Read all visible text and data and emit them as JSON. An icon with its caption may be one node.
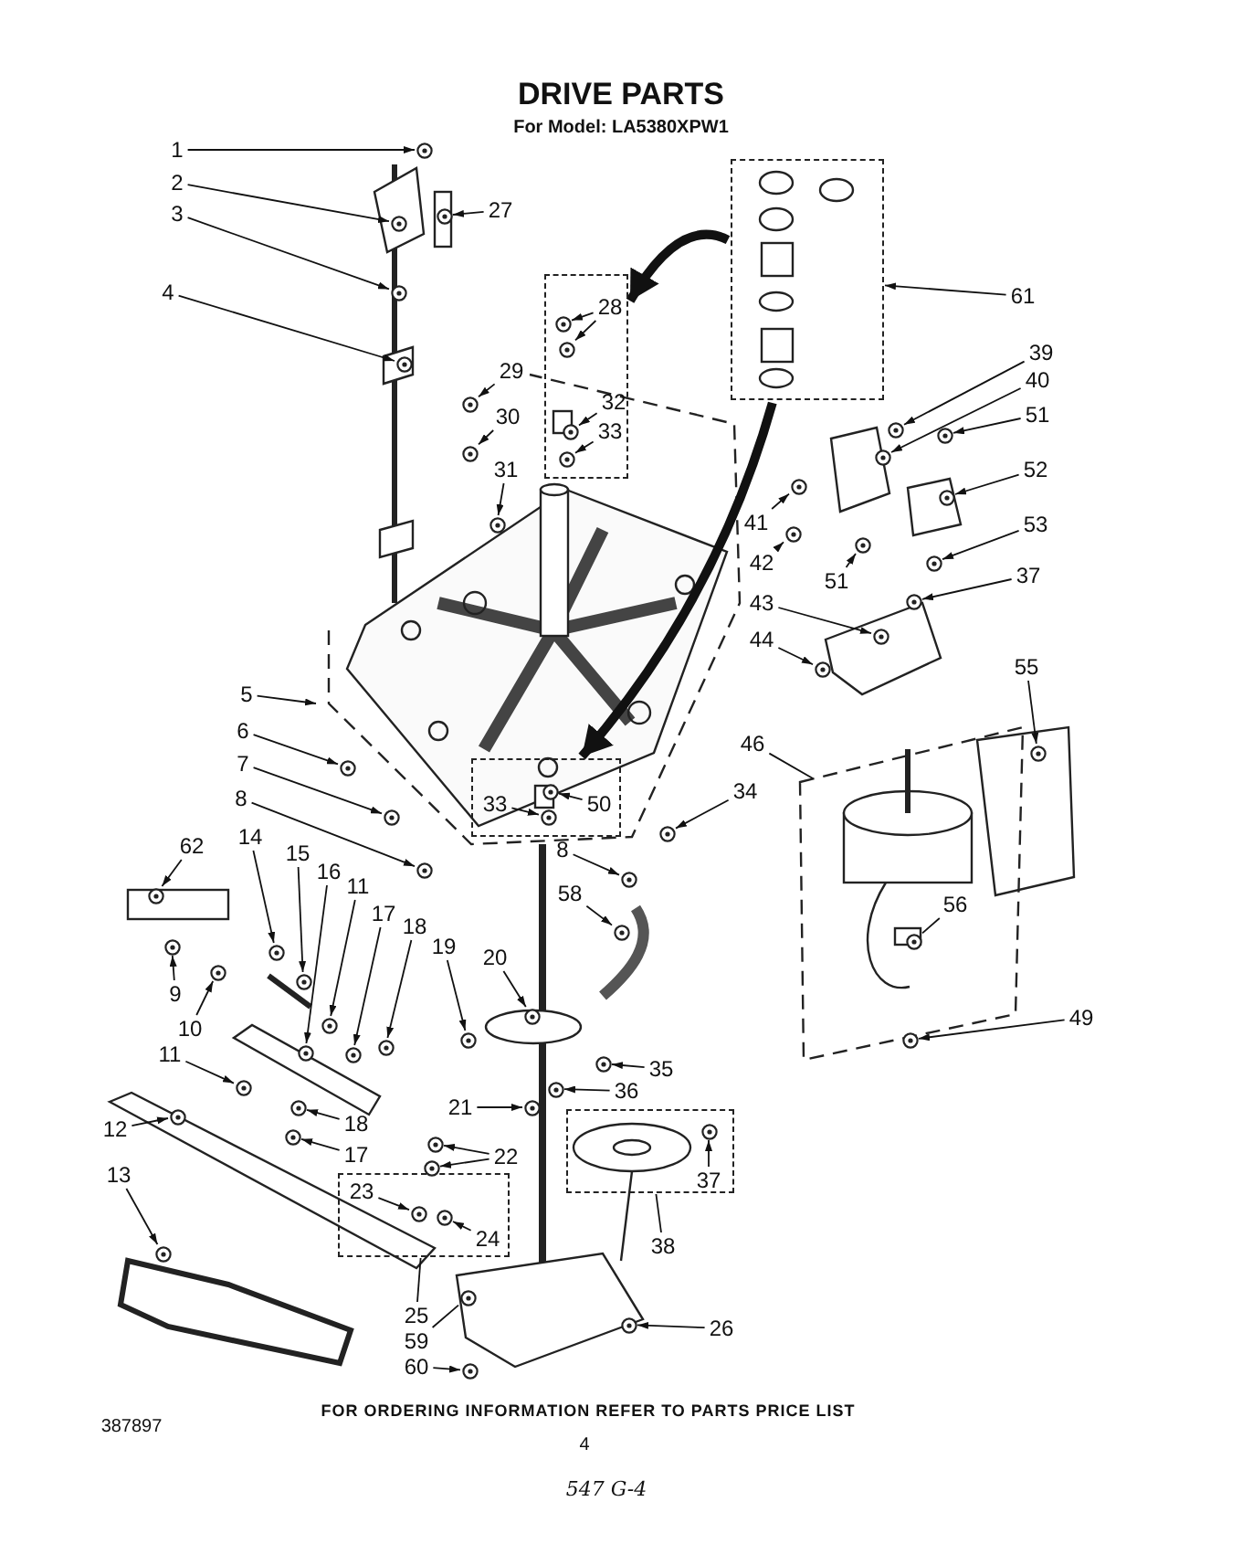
{
  "diagram": {
    "title": "DRIVE PARTS",
    "nodes": [
      {
        "text": [
          "1"
        ]
      },
      {
        "text": [
          "2"
        ]
      },
      {
        "text": [
          "3"
        ]
      },
      {
        "text": [
          "4"
        ]
      },
      {
        "text": [
          "27"
        ]
      },
      {
        "text": [],
        "shape": "box"
      },
      {
        "text": [
          "28"
        ],
        "in": 5
      },
      {
        "text": [
          "29"
        ]
      },
      {
        "text": [
          "30"
        ]
      },
      {
        "text": [
          "31"
        ]
      },
      {
        "text": [
          "32"
        ],
        "in": 5
      },
      {
        "text": [
          "33"
        ],
        "in": 5
      },
      {
        "text": [],
        "shape": "box"
      },
      {
        "text": [
          "61"
        ]
      },
      {
        "text": [
          "39"
        ]
      },
      {
        "text": [
          "40"
        ]
      },
      {
        "text": [
          "51"
        ]
      },
      {
        "text": [
          "52"
        ]
      },
      {
        "text": [
          "41"
        ]
      },
      {
        "text": [
          "42"
        ]
      },
      {
        "text": [
          "51"
        ]
      },
      {
        "text": [
          "53"
        ]
      },
      {
        "text": [
          "37"
        ]
      },
      {
        "text": [
          "43"
        ]
      },
      {
        "text": [
          "44"
        ]
      },
      {
        "text": [
          "55"
        ]
      },
      {
        "text": [
          "5"
        ]
      },
      {
        "text": [
          "6"
        ]
      },
      {
        "text": [
          "7"
        ]
      },
      {
        "text": [
          "8"
        ]
      },
      {
        "text": [],
        "shape": "box"
      },
      {
        "text": [
          "33"
        ],
        "in": 30
      },
      {
        "text": [
          "50"
        ],
        "in": 30
      },
      {
        "text": [
          "34"
        ]
      },
      {
        "text": [
          "46"
        ]
      },
      {
        "text": [
          "8"
        ]
      },
      {
        "text": [
          "58"
        ]
      },
      {
        "text": [
          "62"
        ]
      },
      {
        "text": [
          "14"
        ]
      },
      {
        "text": [
          "15"
        ]
      },
      {
        "text": [
          "16"
        ]
      },
      {
        "text": [
          "11"
        ]
      },
      {
        "text": [
          "17"
        ]
      },
      {
        "text": [
          "18"
        ]
      },
      {
        "text": [
          "9"
        ]
      },
      {
        "text": [
          "10"
        ]
      },
      {
        "text": [
          "19"
        ]
      },
      {
        "text": [
          "20"
        ]
      },
      {
        "text": [
          "56"
        ]
      },
      {
        "text": [
          "11"
        ]
      },
      {
        "text": [
          "12"
        ]
      },
      {
        "text": [
          "18"
        ]
      },
      {
        "text": [
          "17"
        ]
      },
      {
        "text": [
          "35"
        ]
      },
      {
        "text": [
          "49"
        ]
      },
      {
        "text": [
          "36"
        ]
      },
      {
        "text": [
          "21"
        ]
      },
      {
        "text": [],
        "shape": "box"
      },
      {
        "text": [
          "37"
        ],
        "in": 57
      },
      {
        "text": [
          "22"
        ]
      },
      {
        "text": [],
        "shape": "box"
      },
      {
        "text": [
          "23"
        ],
        "in": 60
      },
      {
        "text": [
          "24"
        ],
        "in": 60
      },
      {
        "text": [
          "13"
        ]
      },
      {
        "text": [
          "38"
        ]
      },
      {
        "text": [
          "25"
        ]
      },
      {
        "text": [
          "59"
        ]
      },
      {
        "text": [
          "60"
        ]
      },
      {
        "text": [
          "26"
        ]
      },
      {
        "text": [],
        "shape": "picture"
      },
      {
        "text": [],
        "shape": "picture"
      },
      {
        "text": [],
        "shape": "picture"
      },
      {
        "text": [],
        "shape": "picture"
      },
      {
        "text": [],
        "shape": "picture"
      },
      {
        "text": [],
        "shape": "picture",
        "in": 5
      },
      {
        "text": [],
        "shape": "picture",
        "in": 5
      },
      {
        "text": [],
        "shape": "picture"
      },
      {
        "text": [],
        "shape": "picture"
      },
      {
        "text": [],
        "shape": "picture"
      },
      {
        "text": [],
        "shape": "picture",
        "in": 5
      },
      {
        "text": [],
        "shape": "picture",
        "in": 5
      },
      {
        "text": [],
        "shape": "picture"
      },
      {
        "text": [],
        "shape": "picture"
      },
      {
        "text": [],
        "shape": "picture"
      },
      {
        "text": [],
        "shape": "picture"
      },
      {
        "text": [],
        "shape": "picture"
      },
      {
        "text": [],
        "shape": "picture"
      },
      {
        "text": [],
        "shape": "picture"
      },
      {
        "text": [],
        "shape": "picture"
      },
      {
        "text": [],
        "shape": "picture"
      },
      {
        "text": [],
        "shape": "picture"
      },
      {
        "text": [],
        "shape": "picture"
      },
      {
        "text": [],
        "shape": "picture"
      },
      {
        "text": [],
        "shape": "picture"
      },
      {
        "text": [],
        "shape": "picture"
      },
      {
        "text": [],
        "shape": "picture"
      },
      {
        "text": [],
        "shape": "picture",
        "in": 30
      },
      {
        "text": [],
        "shape": "picture",
        "in": 30
      },
      {
        "text": [],
        "shape": "picture"
      },
      {
        "text": [],
        "shape": "picture"
      },
      {
        "text": [],
        "shape": "picture"
      },
      {
        "text": [],
        "shape": "picture"
      },
      {
        "text": [],
        "shape": "picture"
      },
      {
        "text": [],
        "shape": "picture"
      },
      {
        "text": [],
        "shape": "picture"
      },
      {
        "text": [],
        "shape": "picture"
      },
      {
        "text": [],
        "shape": "picture"
      },
      {
        "text": [],
        "shape": "picture"
      },
      {
        "text": [],
        "shape": "picture"
      },
      {
        "text": [],
        "shape": "picture"
      },
      {
        "text": [],
        "shape": "picture"
      },
      {
        "text": [],
        "shape": "picture"
      },
      {
        "text": [],
        "shape": "picture"
      },
      {
        "text": [],
        "shape": "picture"
      },
      {
        "text": [],
        "shape": "picture"
      },
      {
        "text": [],
        "shape": "picture"
      },
      {
        "text": [],
        "shape": "picture"
      },
      {
        "text": [],
        "shape": "picture"
      },
      {
        "text": [],
        "shape": "picture"
      },
      {
        "text": [],
        "shape": "picture"
      },
      {
        "text": [],
        "shape": "picture"
      },
      {
        "text": [],
        "shape": "picture",
        "in": 57
      },
      {
        "text": [],
        "shape": "picture"
      },
      {
        "text": [],
        "shape": "picture"
      },
      {
        "text": [],
        "shape": "picture",
        "in": 60
      },
      {
        "text": [],
        "shape": "picture",
        "in": 60
      },
      {
        "text": [],
        "shape": "picture"
      },
      {
        "text": [],
        "shape": "picture"
      },
      {
        "text": [],
        "shape": "picture"
      },
      {
        "text": [],
        "shape": "picture"
      }
    ],
    "edges": [
      {
        "from": 0,
        "to": 69,
        "arrow": "to"
      },
      {
        "from": 1,
        "to": 70,
        "arrow": "to"
      },
      {
        "from": 2,
        "to": 71,
        "arrow": "to"
      },
      {
        "from": 3,
        "to": 72,
        "arrow": "to"
      },
      {
        "from": 4,
        "to": 73,
        "arrow": "to"
      },
      {
        "from": 6,
        "to": 74,
        "arrow": "to"
      },
      {
        "from": 6,
        "to": 75,
        "arrow": "to"
      },
      {
        "from": 7,
        "to": 76,
        "arrow": "to"
      },
      {
        "from": 8,
        "to": 77,
        "arrow": "to"
      },
      {
        "from": 9,
        "to": 78,
        "arrow": "to"
      },
      {
        "from": 10,
        "to": 79,
        "arrow": "to"
      },
      {
        "from": 11,
        "to": 80,
        "arrow": "to"
      },
      {
        "from": 12,
        "to": 5,
        "arrow": "to",
        "style": "thick"
      },
      {
        "from": 12,
        "to": 30,
        "arrow": "to",
        "style": "thick"
      },
      {
        "from": 13,
        "to": 12,
        "arrow": "to"
      },
      {
        "from": 14,
        "to": 81,
        "arrow": "to"
      },
      {
        "from": 15,
        "to": 82,
        "arrow": "to"
      },
      {
        "from": 16,
        "to": 83,
        "arrow": "to"
      },
      {
        "from": 17,
        "to": 84,
        "arrow": "to"
      },
      {
        "from": 18,
        "to": 85,
        "arrow": "to"
      },
      {
        "from": 19,
        "to": 86,
        "arrow": "to"
      },
      {
        "from": 20,
        "to": 87,
        "arrow": "to"
      },
      {
        "from": 21,
        "to": 88,
        "arrow": "to"
      },
      {
        "from": 22,
        "to": 89,
        "arrow": "to"
      },
      {
        "from": 23,
        "to": 90,
        "arrow": "to"
      },
      {
        "from": 24,
        "to": 91,
        "arrow": "to"
      },
      {
        "from": 25,
        "to": 92,
        "arrow": "to"
      },
      {
        "from": 26,
        "to": null,
        "arrow": "to"
      },
      {
        "from": 27,
        "to": 93,
        "arrow": "to"
      },
      {
        "from": 28,
        "to": 94,
        "arrow": "to"
      },
      {
        "from": 29,
        "to": 95,
        "arrow": "to"
      },
      {
        "from": 31,
        "to": 97,
        "arrow": "to"
      },
      {
        "from": 32,
        "to": 96,
        "arrow": "to"
      },
      {
        "from": 33,
        "to": 98,
        "arrow": "to"
      },
      {
        "from": 34,
        "to": null,
        "arrow": "none"
      },
      {
        "from": 35,
        "to": 99,
        "arrow": "to"
      },
      {
        "from": 36,
        "to": 100,
        "arrow": "to"
      },
      {
        "from": 37,
        "to": 101,
        "arrow": "to"
      },
      {
        "from": 38,
        "to": 102,
        "arrow": "to"
      },
      {
        "from": 39,
        "to": 103,
        "arrow": "to"
      },
      {
        "from": 40,
        "to": 104,
        "arrow": "to"
      },
      {
        "from": 41,
        "to": 105,
        "arrow": "to"
      },
      {
        "from": 42,
        "to": 106,
        "arrow": "to"
      },
      {
        "from": 43,
        "to": 107,
        "arrow": "to"
      },
      {
        "from": 44,
        "to": 108,
        "arrow": "to"
      },
      {
        "from": 45,
        "to": 109,
        "arrow": "to"
      },
      {
        "from": 46,
        "to": 110,
        "arrow": "to"
      },
      {
        "from": 47,
        "to": 111,
        "arrow": "to"
      },
      {
        "from": 48,
        "to": 112,
        "arrow": "none"
      },
      {
        "from": 49,
        "to": 113,
        "arrow": "to"
      },
      {
        "from": 50,
        "to": 114,
        "arrow": "to"
      },
      {
        "from": 51,
        "to": 115,
        "arrow": "to"
      },
      {
        "from": 52,
        "to": 116,
        "arrow": "to"
      },
      {
        "from": 53,
        "to": 117,
        "arrow": "to"
      },
      {
        "from": 54,
        "to": 118,
        "arrow": "to"
      },
      {
        "from": 55,
        "to": 119,
        "arrow": "to"
      },
      {
        "from": 56,
        "to": 120,
        "arrow": "to"
      },
      {
        "from": 58,
        "to": 121,
        "arrow": "to"
      },
      {
        "from": 59,
        "to": 122,
        "arrow": "to"
      },
      {
        "from": 59,
        "to": 123,
        "arrow": "to"
      },
      {
        "from": 61,
        "to": 124,
        "arrow": "to"
      },
      {
        "from": 62,
        "to": 125,
        "arrow": "to"
      },
      {
        "from": 63,
        "to": 126,
        "arrow": "to"
      },
      {
        "from": 64,
        "to": 57,
        "arrow": "none"
      },
      {
        "from": 65,
        "to": 60,
        "arrow": "none"
      },
      {
        "from": 66,
        "to": 127,
        "arrow": "none"
      },
      {
        "from": 67,
        "to": 128,
        "arrow": "to"
      },
      {
        "from": 68,
        "to": 129,
        "arrow": "to"
      }
    ],
    "labels": [
      "For Model: LA5380XPW1",
      "387897",
      "FOR ORDERING INFORMATION REFER TO PARTS PRICE LIST",
      "4",
      "547 G-4"
    ]
  }
}
